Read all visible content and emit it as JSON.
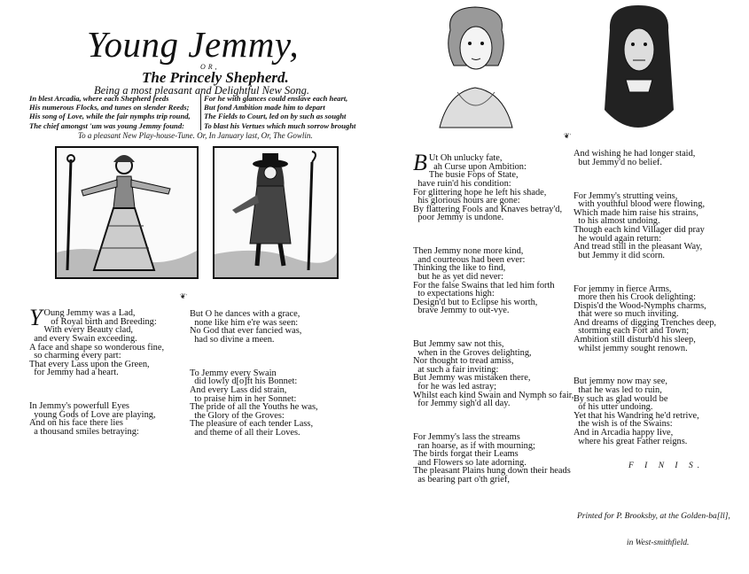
{
  "header": {
    "title": "Young Jemmy,",
    "or": "OR,",
    "subtitle": "The Princely Shepherd.",
    "description": "Being a most pleasant and Delightful New Song.",
    "argument_left": [
      "In blest Arcadia, where each Shepherd feeds",
      "His numerous Flocks, and tunes on slender Reeds;",
      "His song of Love, while the fair nymphs trip round,",
      "The chief amongst 'um was young Jemmy found:"
    ],
    "argument_right": [
      "For he with glances could enslave each heart,",
      "But fond Ambition made him to depart",
      "The Fields to Court, led on by such as sought",
      "To blast his Vertues which much sorrow brought"
    ],
    "tune": "To a pleasant New Play-house-Tune. Or, In January last, Or, The Gowlin."
  },
  "columns": [
    {
      "stanzas": [
        {
          "drop_cap": "Y",
          "lines": [
            "Oung Jemmy was a Lad,",
            "   of Royal birth and Breeding:",
            "With every Beauty clad,",
            "  and every Swain exceeding.",
            "A face and shape so wonderous fine,",
            "  so charming every part:",
            "That every Lass upon the Green,",
            "  for Jemmy had a heart."
          ]
        },
        {
          "lines": [
            "In Jemmy's powerfull Eyes",
            "  young Gods of Love are playing,",
            "And on his face there lies",
            "  a thousand smiles betraying:"
          ]
        }
      ]
    },
    {
      "stanzas": [
        {
          "lines": [
            "But O he dances with a grace,",
            "  none like him e're was seen:",
            "No God that ever fancied was,",
            "  had so divine a meen."
          ]
        },
        {
          "lines": [
            "To Jemmy every Swain",
            "  did lowly d[o]ft his Bonnet:",
            "And every Lass did strain,",
            "  to praise him in her Sonnet:",
            "The pride of all the Youths he was,",
            "  the Glory of the Groves:",
            "The pleasure of each tender Lass,",
            "  and theme of all their Loves."
          ]
        }
      ]
    },
    {
      "stanzas": [
        {
          "drop_cap": "B",
          "lines": [
            "Ut Oh unlucky fate,",
            "  ah Curse upon Ambition:",
            "The busie Fops of State,",
            "  have ruin'd his condition:",
            "For glittering hope he left his shade,",
            "  his glorious hours are gone:",
            "By flattering Fools and Knaves betray'd,",
            "  poor Jemmy is undone."
          ]
        },
        {
          "lines": [
            "Then Jemmy none more kind,",
            "  and courteous had been ever:",
            "Thinking the like to find,",
            "  but he as yet did never:",
            "For the false Swains that led him forth",
            "  to expectations high:",
            "Design'd but to Eclipse his worth,",
            "  brave Jemmy to out-vye."
          ]
        },
        {
          "lines": [
            "But Jemmy saw not this,",
            "  when in the Groves delighting,",
            "Nor thought to tread amiss,",
            "  at such a fair inviting:",
            "But Jemmy was mistaken there,",
            "  for he was led astray;",
            "Whilst each kind Swain and Nymph so fair,",
            "  for Jemmy sigh'd all day."
          ]
        },
        {
          "lines": [
            "For Jemmy's lass the streams",
            "  ran hoarse, as if with mourning;",
            "The birds forgat their Leams",
            "  and Flowers so late adorning.",
            "The pleasant Plains hung down their heads",
            "  as bearing part o'th grief,"
          ]
        }
      ]
    },
    {
      "stanzas": [
        {
          "lines": [
            "And wishing he had longer staid,",
            "  but Jemmy'd no belief."
          ]
        },
        {
          "lines": [
            "For Jemmy's strutting veins,",
            "  with youthful blood were flowing,",
            "Which made him raise his strains,",
            "  to his almost undoing.",
            "Though each kind Villager did pray",
            "  he would again return:",
            "And tread still in the pleasant Way,",
            "  but Jemmy it did scorn."
          ]
        },
        {
          "lines": [
            "For jemmy in fierce Arms,",
            "  more then his Crook delighting:",
            "Dispis'd the Wood-Nymphs charms,",
            "  that were so much inviting.",
            "And dreams of digging Trenches deep,",
            "  storming each Fort and Town;",
            "Ambition still disturb'd his sleep,",
            "  whilst jemmy sought renown."
          ]
        },
        {
          "lines": [
            "But jemmy now may see,",
            "  that he was led to ruin,",
            "By such as glad would be",
            "  of his utter undoing.",
            "Yet that his Wandring he'd retrive,",
            "  the wish is of the Swains:",
            "And in Arcadia happy live,",
            "  where his great Father reigns."
          ]
        }
      ]
    }
  ],
  "finis": "F I N I S.",
  "imprint": [
    "Printed for P. Brooksby, at the Golden-ba[ll],",
    "in West-smithfield."
  ]
}
